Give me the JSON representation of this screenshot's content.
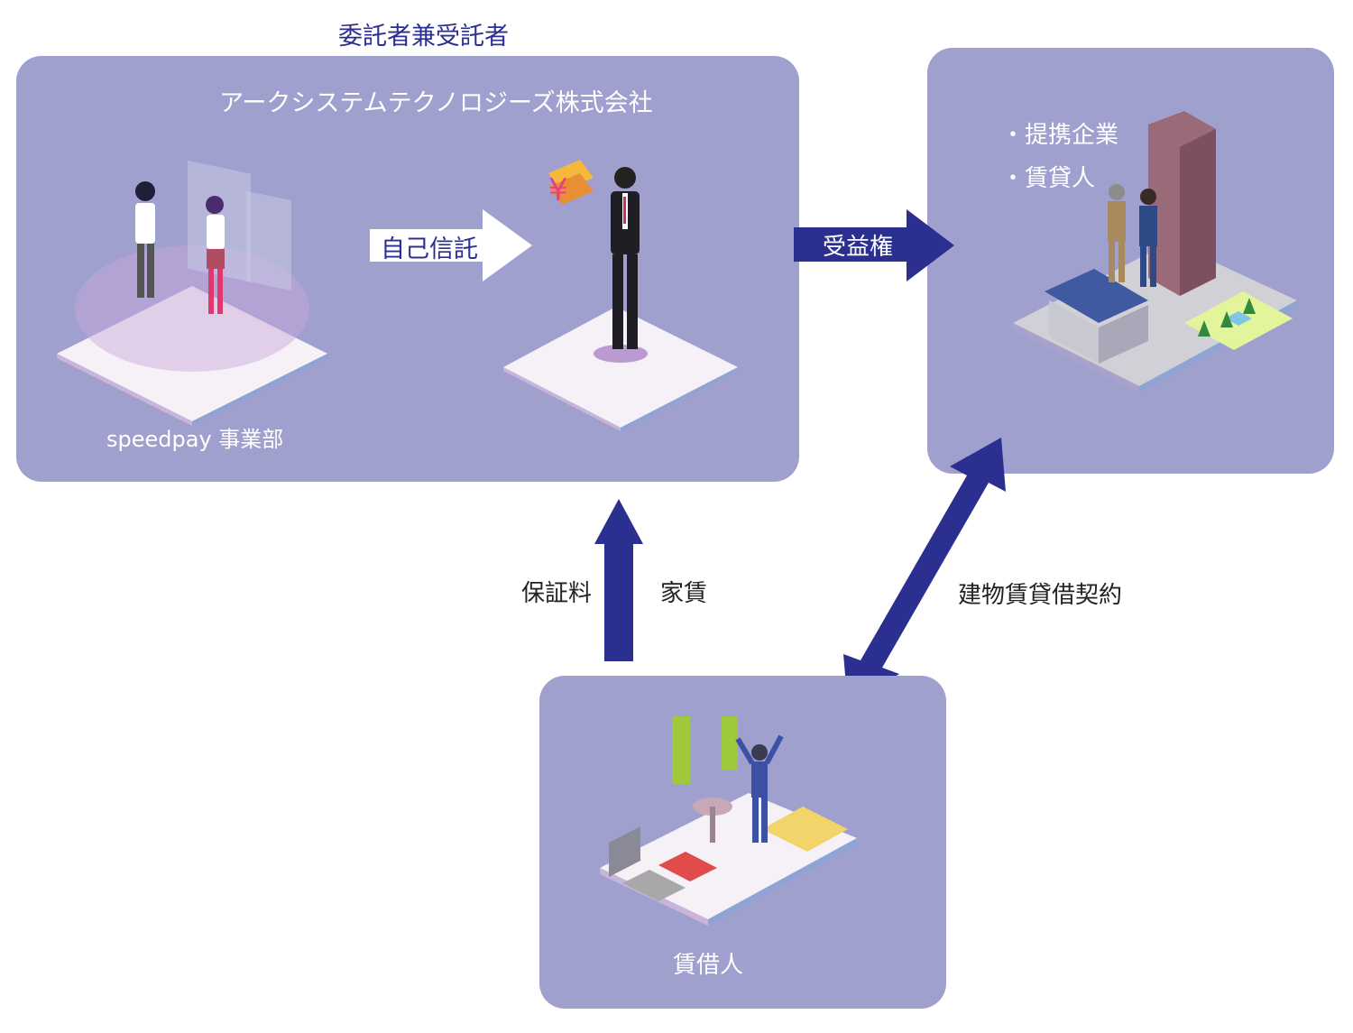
{
  "header": {
    "top_label": "委託者兼受託者"
  },
  "trustor_panel": {
    "company": "アークシステムテクノロジーズ株式会社",
    "department": "speedpay 事業部",
    "self_trust_label": "自己信託"
  },
  "beneficiary_panel": {
    "bullets": [
      "・提携企業",
      "・賃貸人"
    ]
  },
  "tenant_panel": {
    "label": "賃借人"
  },
  "arrows": {
    "beneficial_right": "受益権",
    "guarantee_fee": "保証料",
    "rent": "家賃",
    "lease_contract": "建物賃貸借契約"
  },
  "colors": {
    "panel": "#a0a0cf",
    "arrow_navy": "#2b2f8f",
    "arrow_white": "#ffffff"
  }
}
